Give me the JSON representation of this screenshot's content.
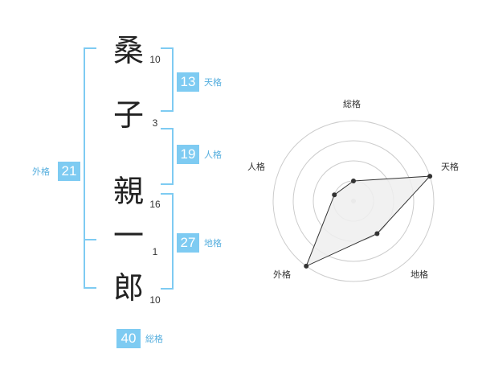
{
  "name": {
    "chars": [
      {
        "kanji": "桑",
        "strokes": "10"
      },
      {
        "kanji": "子",
        "strokes": "3"
      },
      {
        "kanji": "親",
        "strokes": "16"
      },
      {
        "kanji": "一",
        "strokes": "1"
      },
      {
        "kanji": "郎",
        "strokes": "10"
      }
    ]
  },
  "fortunes": {
    "tenkaku": {
      "value": "13",
      "label": "天格"
    },
    "jinkaku": {
      "value": "19",
      "label": "人格"
    },
    "chikaku": {
      "value": "27",
      "label": "地格"
    },
    "gaikaku": {
      "value": "21",
      "label": "外格"
    },
    "soukaku": {
      "value": "40",
      "label": "総格"
    }
  },
  "colors": {
    "accent": "#7ecbf2",
    "label_text": "#55aede",
    "radar_fill": "#eeeeee",
    "radar_ring": "#cccccc"
  },
  "chart_data": {
    "type": "radar",
    "axes": [
      "総格",
      "天格",
      "地格",
      "外格",
      "人格"
    ],
    "levels": 4,
    "range": [
      0,
      4
    ],
    "values": [
      1,
      4,
      2,
      4,
      1
    ]
  }
}
